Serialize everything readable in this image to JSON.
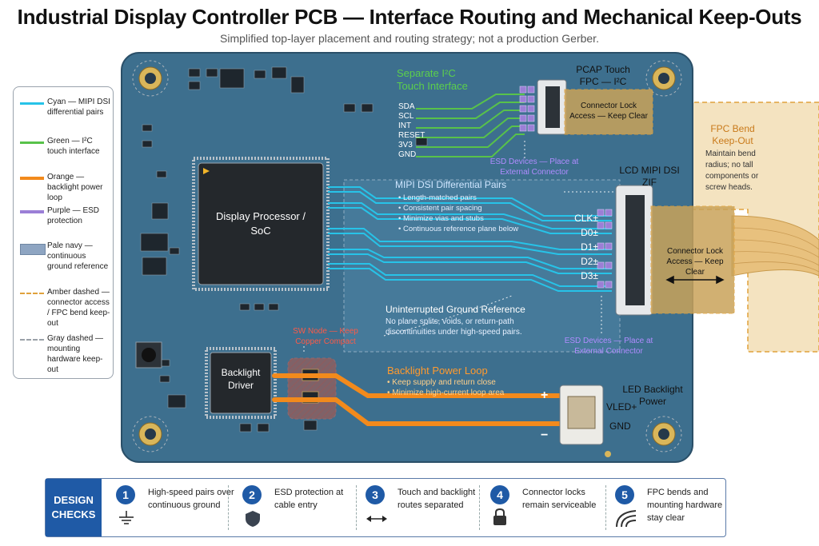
{
  "title": "Industrial Display Controller PCB — Interface Routing and Mechanical Keep-Outs",
  "subtitle": "Simplified top-layer placement and routing strategy; not a production Gerber.",
  "legend": [
    {
      "label": "Cyan — MIPI DSI differential pairs",
      "color": "#27c3e8",
      "style": "solid"
    },
    {
      "label": "Green — I²C touch interface",
      "color": "#58c24a",
      "style": "solid"
    },
    {
      "label": "Orange — backlight power loop",
      "color": "#f28a1c",
      "style": "solid"
    },
    {
      "label": "Purple — ESD protection",
      "color": "#9b7fd6",
      "style": "solid"
    },
    {
      "label": "Pale navy — continuous ground reference",
      "color": "#8ea5c2",
      "style": "fill"
    },
    {
      "label": "Amber dashed — connector access / FPC bend keep-out",
      "color": "#e0a23c",
      "style": "dashed"
    },
    {
      "label": "Gray dashed — mounting hardware keep-out",
      "color": "#9aa1a8",
      "style": "dashed"
    }
  ],
  "board": {
    "soc_label": "Display Processor / SoC",
    "driver_label": "Backlight Driver",
    "sw_node": "SW Node — Keep Copper Compact",
    "i2c_title": "Separate I²C Touch Interface",
    "i2c_signals": [
      "SDA",
      "SCL",
      "INT",
      "RESET",
      "3V3",
      "GND"
    ],
    "pcap_title": "PCAP Touch FPC — I²C",
    "pcap_lock": "Connector Lock Access — Keep Clear",
    "esd_top": "ESD Devices — Place at External Connector",
    "lcd_title": "LCD MIPI DSI ZIF",
    "lcd_lock": "Connector Lock Access — Keep Clear",
    "dsi_title": "MIPI DSI Differential Pairs",
    "dsi_bullets": [
      "Length-matched pairs",
      "Consistent pair spacing",
      "Minimize vias and stubs",
      "Continuous reference plane below"
    ],
    "dsi_lanes": [
      "CLK±",
      "D0±",
      "D1±",
      "D2±",
      "D3±"
    ],
    "ground_title": "Uninterrupted Ground Reference",
    "ground_text": "No plane splits, voids, or return-path discontinuities under high-speed pairs.",
    "esd_bottom": "ESD Devices — Place at External Connector",
    "bl_title": "Backlight Power Loop",
    "bl_bullets": [
      "Keep supply and return close",
      "Minimize high-current loop area"
    ],
    "led_title": "LED Backlight Power",
    "vled": "VLED+",
    "gnd": "GND",
    "plus": "+",
    "minus": "−",
    "fpc_title": "FPC Bend Keep-Out",
    "fpc_text": "Maintain bend radius; no tall components or screw heads."
  },
  "checks": {
    "header": "DESIGN CHECKS",
    "items": [
      {
        "num": "1",
        "text": "High-speed pairs over continuous ground",
        "icon": "ground-icon"
      },
      {
        "num": "2",
        "text": "ESD protection at cable entry",
        "icon": "shield-icon"
      },
      {
        "num": "3",
        "text": "Touch and backlight routes separated",
        "icon": "double-arrow-icon"
      },
      {
        "num": "4",
        "text": "Connector locks remain serviceable",
        "icon": "lock-icon"
      },
      {
        "num": "5",
        "text": "FPC bends and mounting hardware stay clear",
        "icon": "bend-icon"
      }
    ]
  },
  "colors": {
    "board": "#3d6f8e",
    "dsi": "#27c3e8",
    "i2c": "#58c24a",
    "power": "#f28a1c",
    "esd": "#9b7fd6",
    "keepout": "#e0a23c",
    "accent": "#1f5aa6"
  }
}
